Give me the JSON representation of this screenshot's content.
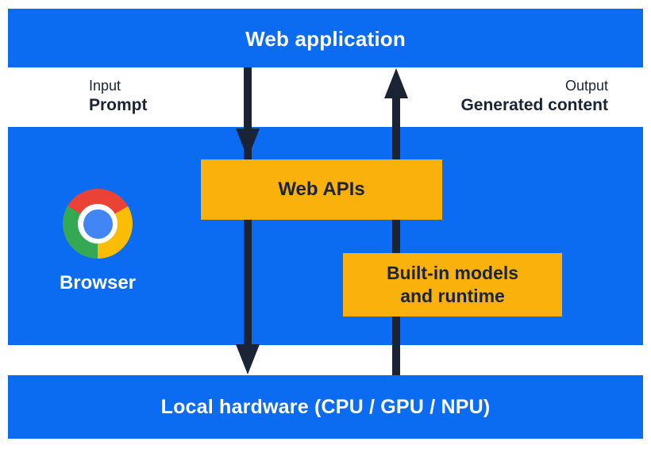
{
  "layers": {
    "web_application": "Web application",
    "browser": "Browser",
    "local_hardware": "Local hardware (CPU / GPU / NPU)"
  },
  "flow": {
    "input_label": "Input",
    "input_sublabel": "Prompt",
    "output_label": "Output",
    "output_sublabel": "Generated content"
  },
  "components": {
    "web_apis": "Web APIs",
    "builtin_models_lines": [
      "Built-in models",
      "and runtime"
    ]
  },
  "icons": {
    "chrome_logo": "chrome-logo"
  },
  "colors": {
    "band_blue": "#0b6cf2",
    "box_yellow": "#fbb10b",
    "arrow_navy": "#1a2434",
    "text_white": "#ffffff",
    "chrome_red": "#ea4335",
    "chrome_yellow": "#fbbc04",
    "chrome_green": "#34a853",
    "chrome_blue": "#4285f4"
  }
}
